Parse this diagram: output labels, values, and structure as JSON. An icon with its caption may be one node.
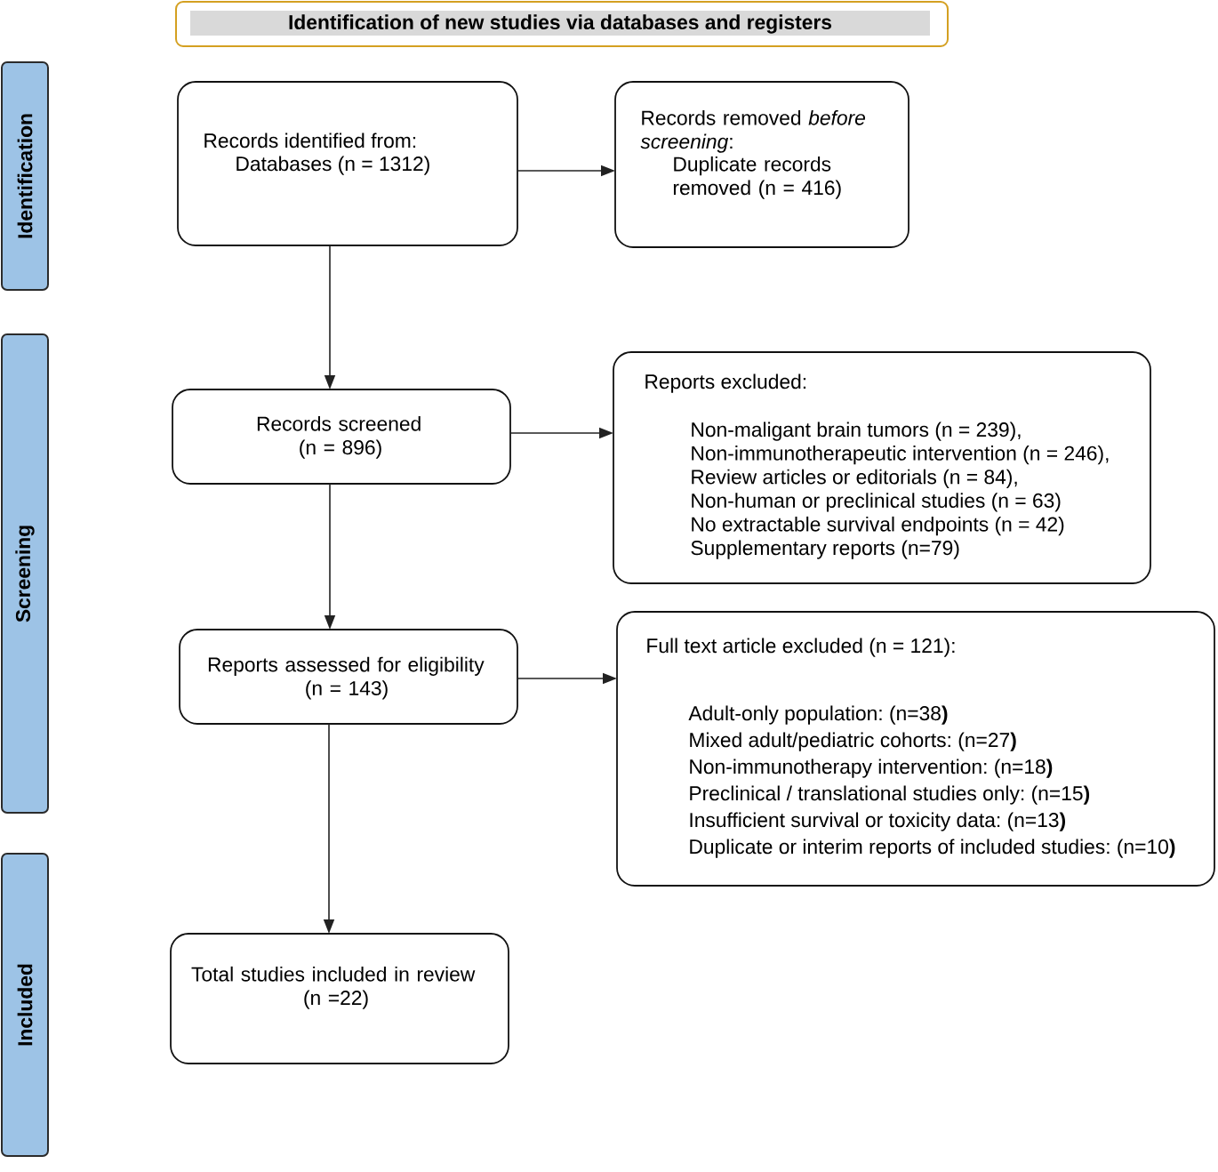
{
  "diagram": {
    "nodes": [
      {
        "text": [
          "Identification of new studies via databases and registers"
        ]
      },
      {
        "text": [
          "Identification"
        ]
      },
      {
        "text": [
          "Records identified from:",
          "Databases (n = 1312)"
        ]
      },
      {
        "text": [
          "Records removed *before screening*:",
          "Duplicate records removed (n = 416)"
        ]
      },
      {
        "text": [
          "Screening"
        ]
      },
      {
        "text": [
          "Records screened (n = 896)"
        ]
      },
      {
        "text": [
          "Reports excluded:",
          "Non-maligant brain tumors (n = 239),",
          "Non-immunotherapeutic intervention (n = 246),",
          "Review articles or editorials (n = 84),",
          "Non-human or preclinical studies (n = 63)",
          "No extractable survival endpoints (n = 42)",
          "Supplementary reports (n=79)"
        ]
      },
      {
        "text": [
          "Reports assessed for eligibility (n = 143)"
        ]
      },
      {
        "text": [
          "Full text article excluded (n = 121):",
          "Adult-only population: (n=38**)**",
          "Mixed adult/pediatric cohorts: (n=27**)**",
          "Non-immunotherapy intervention: (n=18**)**",
          "Preclinical / translational studies only: (n=15**)**",
          "Insufficient survival or toxicity data: (n=13**)**",
          "Duplicate or interim reports of included studies: (n=10**)**"
        ]
      },
      {
        "text": [
          "Included"
        ]
      },
      {
        "text": [
          "Total studies included in review (n =22)"
        ]
      }
    ],
    "edges": [
      {
        "from": 2,
        "to": 3,
        "arrow": "to"
      },
      {
        "from": 2,
        "to": 5,
        "arrow": "to"
      },
      {
        "from": 5,
        "to": 6,
        "arrow": "to"
      },
      {
        "from": 5,
        "to": 7,
        "arrow": "to"
      },
      {
        "from": 7,
        "to": 8,
        "arrow": "to"
      },
      {
        "from": 7,
        "to": 10,
        "arrow": "to"
      }
    ]
  }
}
